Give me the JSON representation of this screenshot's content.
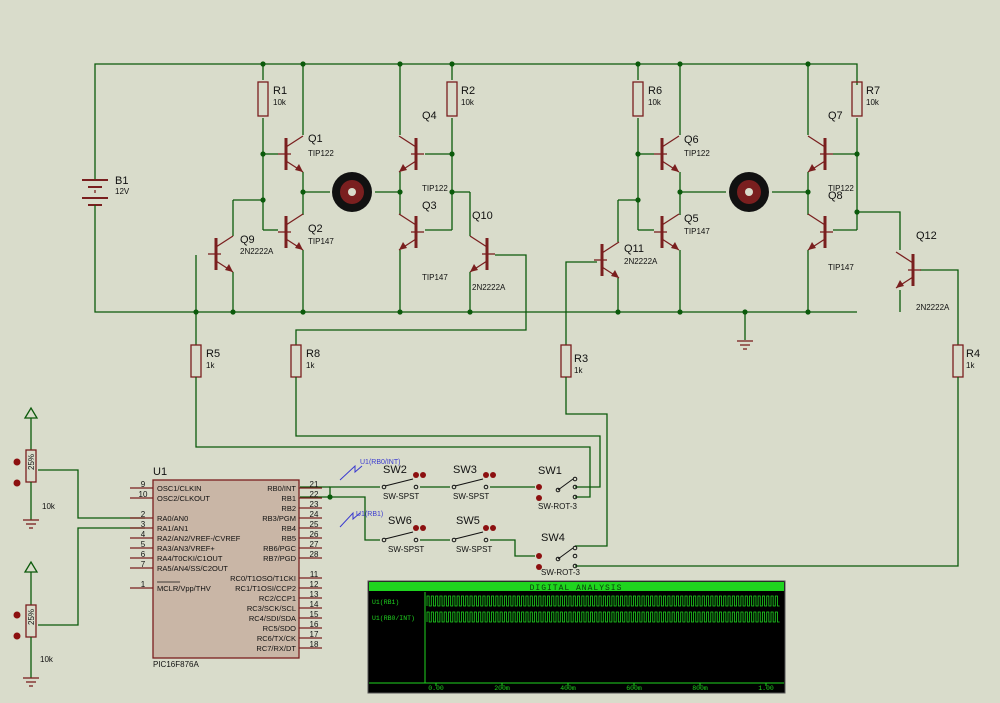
{
  "battery": {
    "ref": "B1",
    "value": "12V"
  },
  "ground_label": "",
  "resistors": [
    {
      "id": "r1",
      "ref": "R1",
      "value": "10k"
    },
    {
      "id": "r2",
      "ref": "R2",
      "value": "10k"
    },
    {
      "id": "r6",
      "ref": "R6",
      "value": "10k"
    },
    {
      "id": "r7",
      "ref": "R7",
      "value": "10k"
    },
    {
      "id": "r5",
      "ref": "R5",
      "value": "1k"
    },
    {
      "id": "r8",
      "ref": "R8",
      "value": "1k"
    },
    {
      "id": "r3",
      "ref": "R3",
      "value": "1k"
    },
    {
      "id": "r4",
      "ref": "R4",
      "value": "1k"
    }
  ],
  "transistors": [
    {
      "id": "q1",
      "ref": "Q1",
      "value": "TIP122"
    },
    {
      "id": "q2",
      "ref": "Q2",
      "value": "TIP147"
    },
    {
      "id": "q3",
      "ref": "Q3",
      "value": "TIP147"
    },
    {
      "id": "q4",
      "ref": "Q4",
      "value": "TIP122"
    },
    {
      "id": "q5",
      "ref": "Q5",
      "value": "TIP147"
    },
    {
      "id": "q6",
      "ref": "Q6",
      "value": "TIP122"
    },
    {
      "id": "q7",
      "ref": "Q7",
      "value": "TIP122"
    },
    {
      "id": "q8",
      "ref": "Q8",
      "value": "TIP147"
    },
    {
      "id": "q9",
      "ref": "Q9",
      "value": "2N2222A"
    },
    {
      "id": "q10",
      "ref": "Q10",
      "value": "2N2222A"
    },
    {
      "id": "q11",
      "ref": "Q11",
      "value": "2N2222A"
    },
    {
      "id": "q12",
      "ref": "Q12",
      "value": "2N2222A"
    }
  ],
  "pots": [
    {
      "id": "pot1",
      "value": "10k",
      "dial": "25%"
    },
    {
      "id": "pot2",
      "value": "10k",
      "dial": "25%"
    }
  ],
  "switches": [
    {
      "id": "sw1",
      "ref": "SW1",
      "type": "SW-ROT-3"
    },
    {
      "id": "sw2",
      "ref": "SW2",
      "type": "SW-SPST"
    },
    {
      "id": "sw3",
      "ref": "SW3",
      "type": "SW-SPST"
    },
    {
      "id": "sw4",
      "ref": "SW4",
      "type": "SW-ROT-3"
    },
    {
      "id": "sw5",
      "ref": "SW5",
      "type": "SW-SPST"
    },
    {
      "id": "sw6",
      "ref": "SW6",
      "type": "SW-SPST"
    }
  ],
  "probes": {
    "rb0": "U1(RB0/INT)",
    "rb1": "U1(RB1)"
  },
  "mcu": {
    "ref": "U1",
    "part": "PIC16F876A",
    "left_pins": [
      {
        "num": "9",
        "name": "OSC1/CLKIN"
      },
      {
        "num": "10",
        "name": "OSC2/CLKOUT"
      },
      {
        "num": "2",
        "name": "RA0/AN0"
      },
      {
        "num": "3",
        "name": "RA1/AN1"
      },
      {
        "num": "4",
        "name": "RA2/AN2/VREF-/CVREF"
      },
      {
        "num": "5",
        "name": "RA3/AN3/VREF+"
      },
      {
        "num": "6",
        "name": "RA4/T0CKI/C1OUT"
      },
      {
        "num": "7",
        "name": "RA5/AN4/SS/C2OUT"
      },
      {
        "num": "1",
        "name": "MCLR/Vpp/THV"
      }
    ],
    "right_pins": [
      {
        "num": "21",
        "name": "RB0/INT"
      },
      {
        "num": "22",
        "name": "RB1"
      },
      {
        "num": "23",
        "name": "RB2"
      },
      {
        "num": "24",
        "name": "RB3/PGM"
      },
      {
        "num": "25",
        "name": "RB4"
      },
      {
        "num": "26",
        "name": "RB5"
      },
      {
        "num": "27",
        "name": "RB6/PGC"
      },
      {
        "num": "28",
        "name": "RB7/PGD"
      },
      {
        "num": "11",
        "name": "RC0/T1OSO/T1CKI"
      },
      {
        "num": "12",
        "name": "RC1/T1OSI/CCP2"
      },
      {
        "num": "13",
        "name": "RC2/CCP1"
      },
      {
        "num": "14",
        "name": "RC3/SCK/SCL"
      },
      {
        "num": "15",
        "name": "RC4/SDI/SDA"
      },
      {
        "num": "16",
        "name": "RC5/SDO"
      },
      {
        "num": "17",
        "name": "RC6/TX/CK"
      },
      {
        "num": "18",
        "name": "RC7/RX/DT"
      }
    ]
  },
  "analysis": {
    "title": "DIGITAL ANALYSIS",
    "traces": [
      "U1(RB1)",
      "U1(RB0/INT)"
    ],
    "ticks": [
      "0.00",
      "200m",
      "400m",
      "600m",
      "800m",
      "1.00"
    ],
    "accent": "#1fd41f"
  }
}
